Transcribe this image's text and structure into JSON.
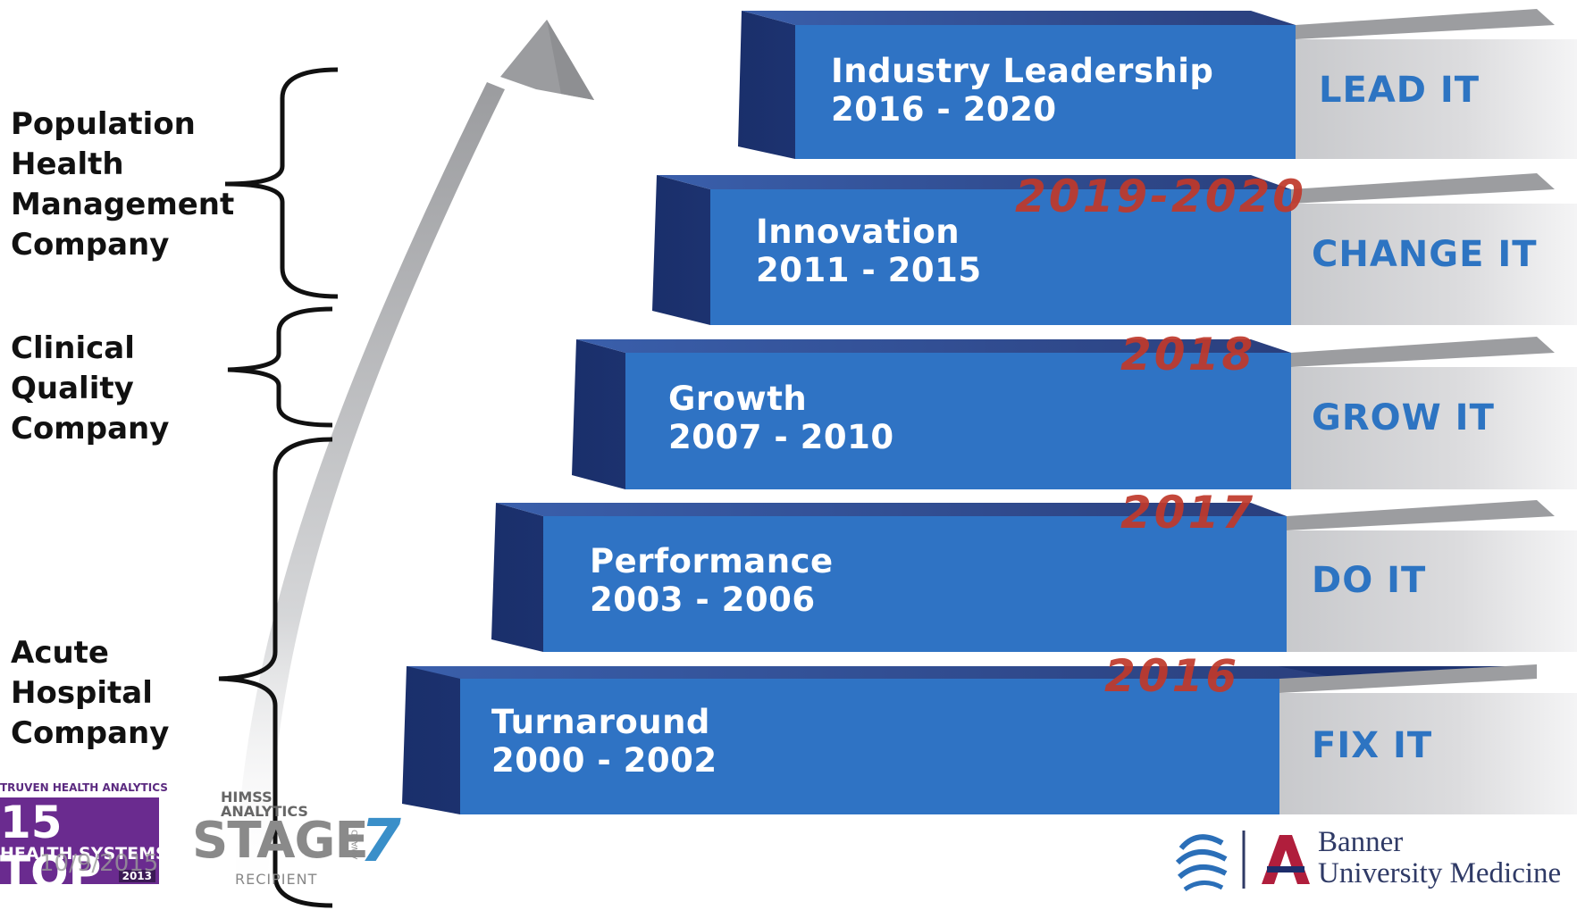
{
  "groups": [
    {
      "lines": [
        "Population",
        "Health",
        "Management",
        "Company"
      ]
    },
    {
      "lines": [
        "Clinical",
        "Quality",
        "Company"
      ]
    },
    {
      "lines": [
        "Acute",
        "Hospital",
        "Company"
      ]
    }
  ],
  "steps": [
    {
      "name": "Industry Leadership",
      "years": "2016 - 2020",
      "action": "LEAD IT",
      "achieved": ""
    },
    {
      "name": "Innovation",
      "years": "2011 - 2015",
      "action": "CHANGE IT",
      "achieved": "2019-2020"
    },
    {
      "name": "Growth",
      "years": "2007 - 2010",
      "action": "GROW IT",
      "achieved": "2018"
    },
    {
      "name": "Performance",
      "years": "2003 - 2006",
      "action": "DO IT",
      "achieved": "2017"
    },
    {
      "name": "Turnaround",
      "years": "2000 - 2002",
      "action": "FIX IT",
      "achieved": "2016"
    }
  ],
  "badges": {
    "truven_top": "TRUVEN HEALTH ANALYTICS",
    "truven_big": "15 TOP",
    "truven_sub": "HEALTH SYSTEMS",
    "truven_year": "2013",
    "himss_top": "HIMSS\nANALYTICS",
    "himss_stage": "STAGE",
    "himss_seven": "7",
    "himss_recipient": "RECIPIENT",
    "himss_award": "AWARD"
  },
  "date_stamp": "10/9/2015",
  "logo": {
    "line1": "Banner",
    "line2": "University Medicine"
  },
  "colors": {
    "step_blue": "#2f73c4",
    "step_dark": "#1f3f8a",
    "action_text": "#2d74c2",
    "achieved_red": "#c0392b"
  }
}
